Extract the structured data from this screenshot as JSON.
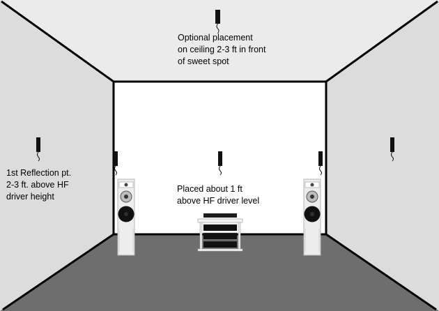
{
  "labels": {
    "ceiling": [
      "Optional placement",
      "on ceiling 2-3 ft in front",
      "of sweet spot"
    ],
    "reflection": [
      "1st Reflection pt.",
      "2-3 ft. above HF",
      "driver height"
    ],
    "front": [
      "Placed about 1 ft",
      "above HF driver level"
    ]
  },
  "colors": {
    "ceiling": "#ebebeb",
    "side_walls": "#dcdcdc",
    "back_wall": "#ffffff",
    "floor": "#6e6e6e",
    "edges": "#000000",
    "speaker_cabinet": "#ececec",
    "woofer": "#111111",
    "mic": "#111111"
  },
  "icons": {
    "mic": "measurement-microphone-icon",
    "speaker": "loudspeaker-icon",
    "rack": "equipment-rack-icon"
  }
}
